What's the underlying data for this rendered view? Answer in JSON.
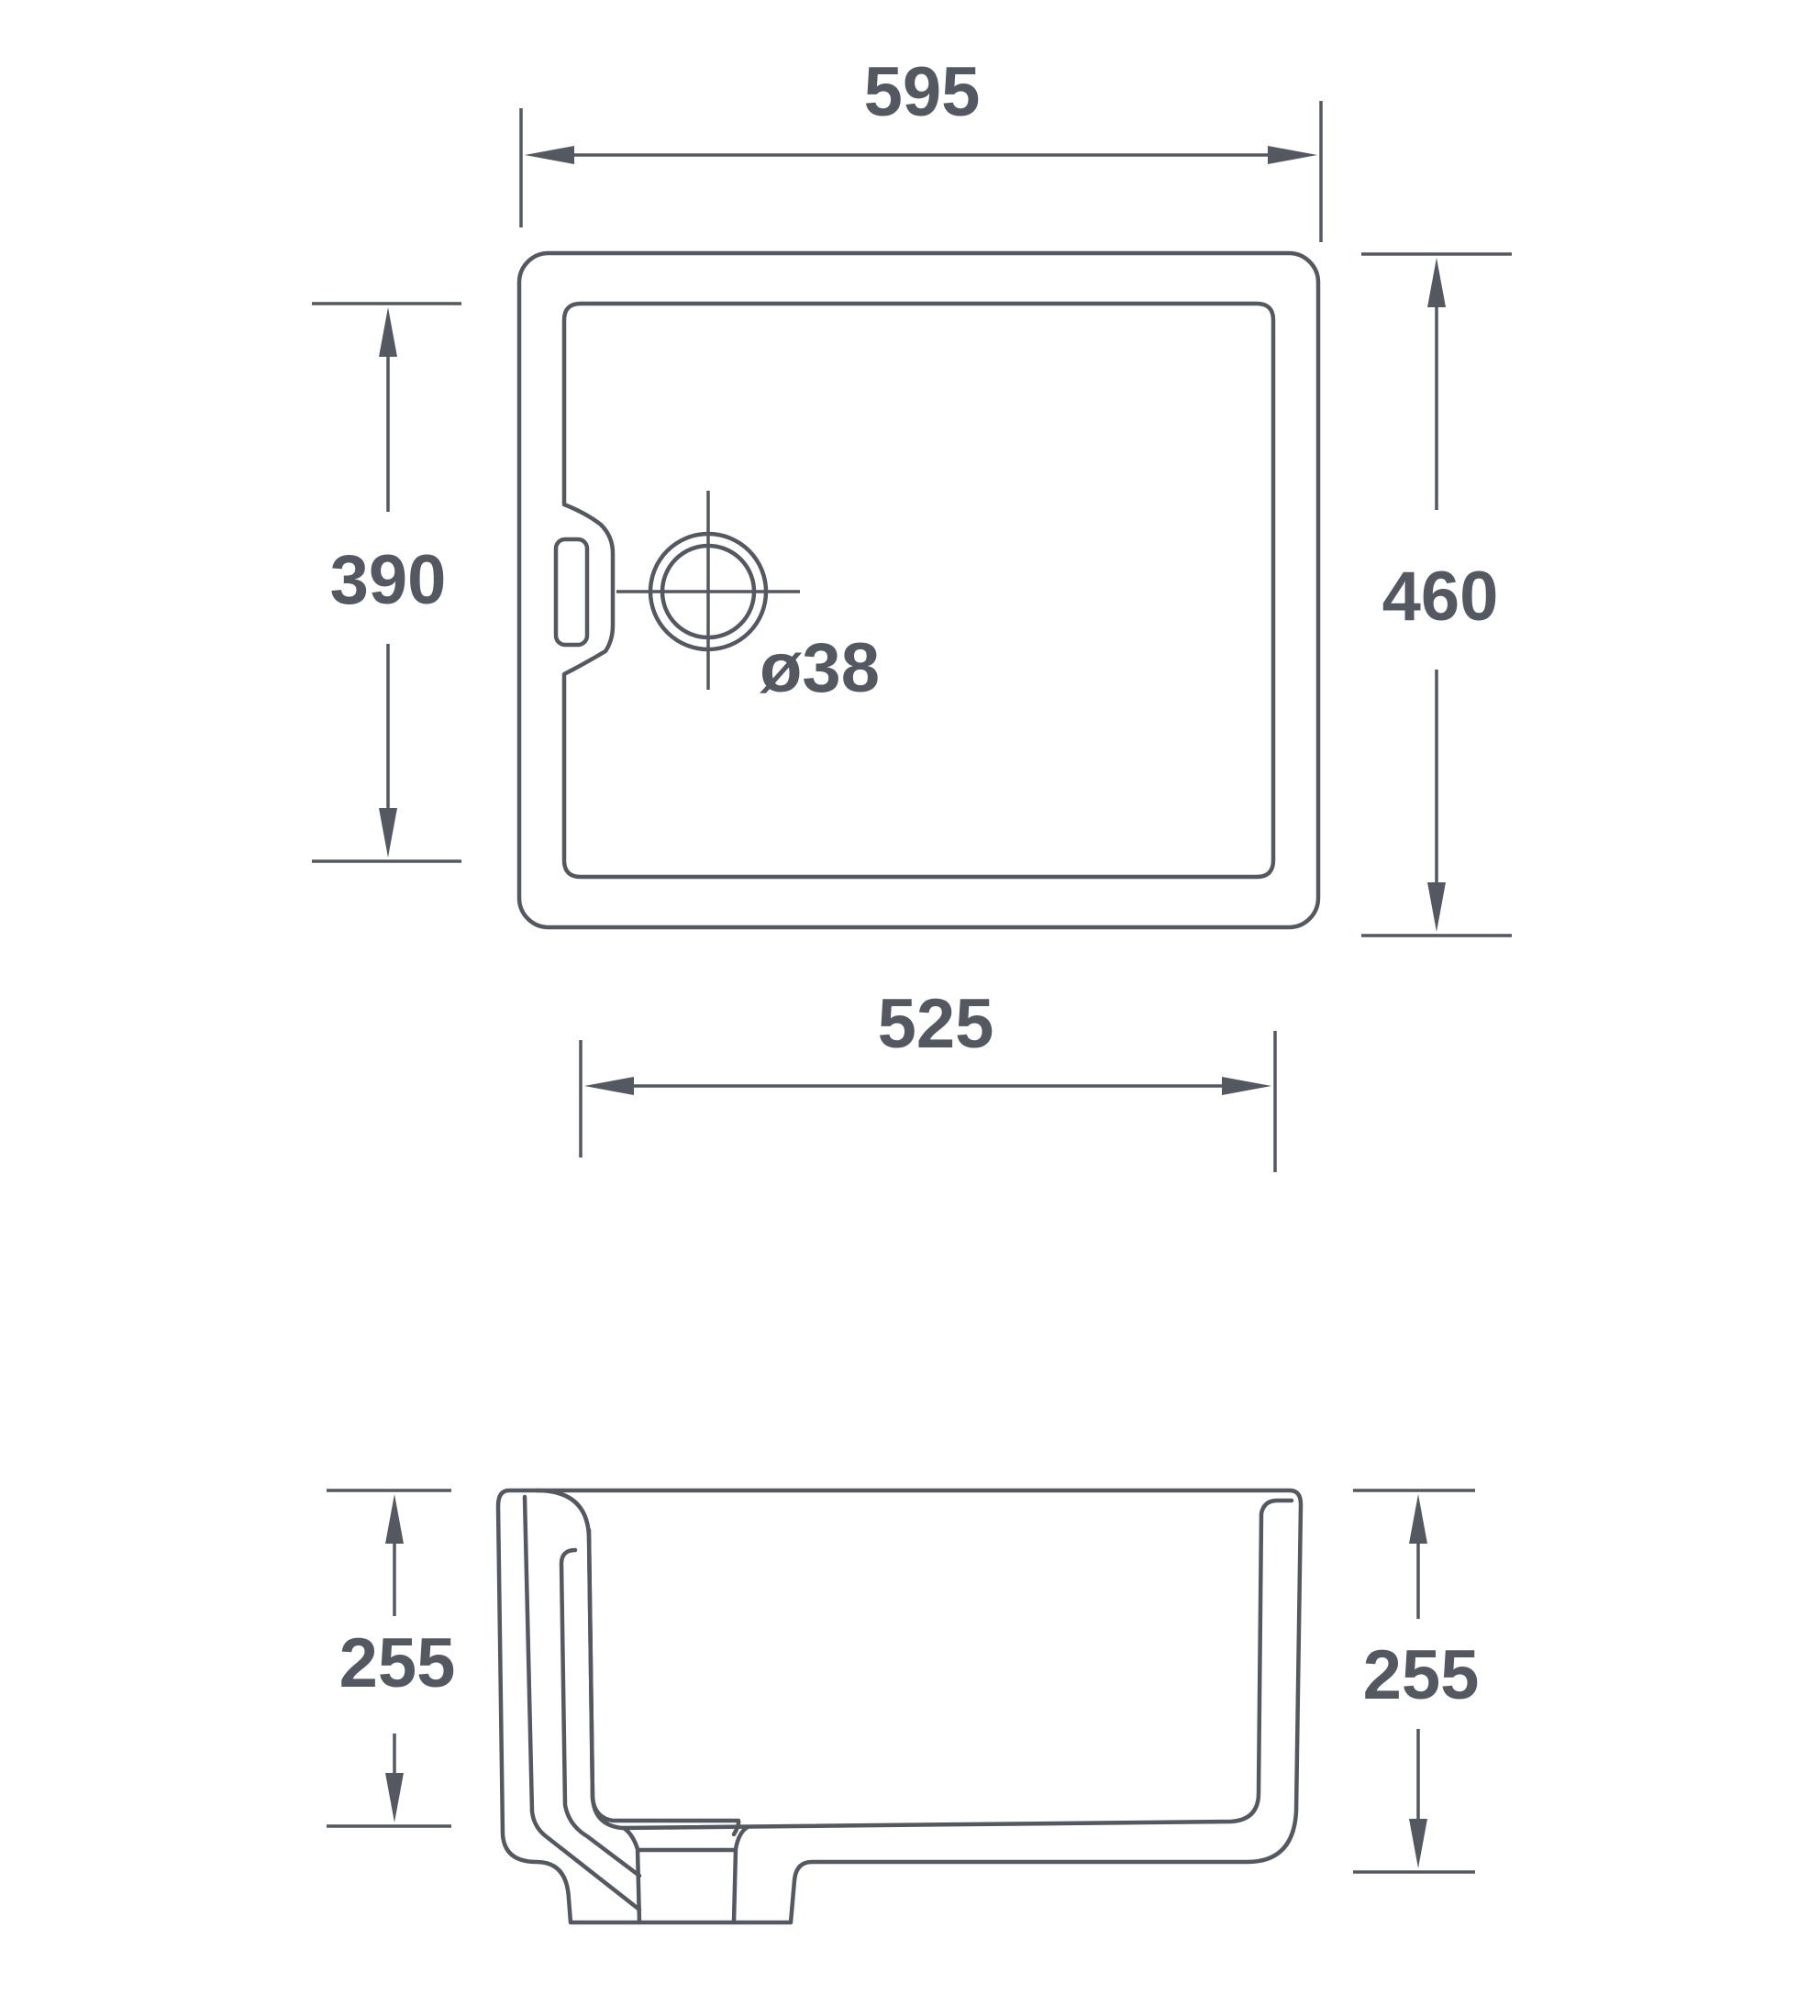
{
  "colors": {
    "line": "#545860",
    "background": "#ffffff"
  },
  "plan_view": {
    "overall_width": "595",
    "overall_depth": "460",
    "inner_width": "525",
    "inner_depth": "390",
    "waste_diameter": "ø38"
  },
  "side_view": {
    "left_height": "255",
    "right_height": "255"
  }
}
